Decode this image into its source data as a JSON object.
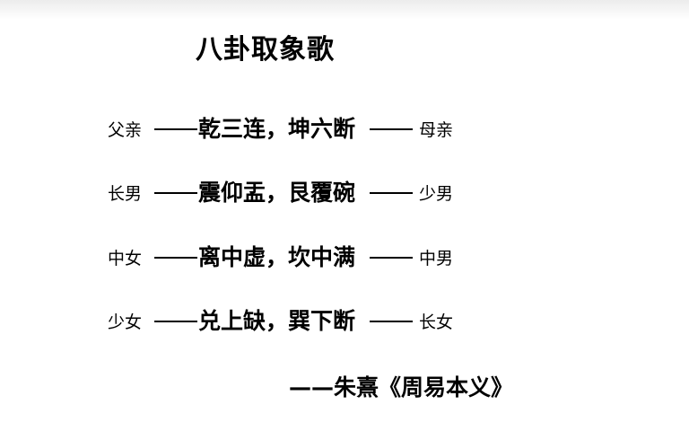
{
  "title": "八卦取象歌",
  "rows": [
    {
      "left": "父亲",
      "verse": "乾三连，坤六断",
      "right": "母亲"
    },
    {
      "left": "长男",
      "verse": "震仰盂，艮覆碗",
      "right": "少男"
    },
    {
      "left": "中女",
      "verse": "离中虚，坎中满",
      "right": "中男"
    },
    {
      "left": "少女",
      "verse": "兑上缺，巽下断",
      "right": "长女"
    }
  ],
  "attribution": "——朱熹《周易本义》"
}
